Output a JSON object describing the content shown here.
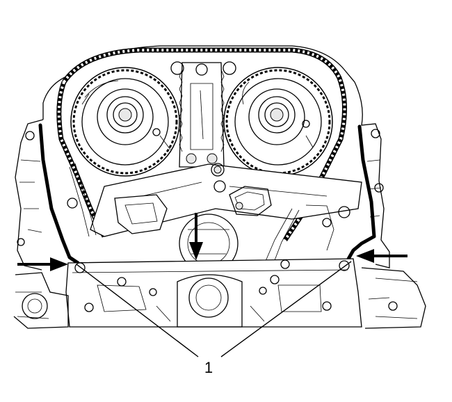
{
  "diagram": {
    "callouts": [
      {
        "label": "1"
      }
    ],
    "arrows": [
      {
        "name": "left-seal-arrow",
        "direction": "right"
      },
      {
        "name": "center-seal-arrow",
        "direction": "down"
      },
      {
        "name": "right-seal-arrow",
        "direction": "left"
      }
    ]
  }
}
